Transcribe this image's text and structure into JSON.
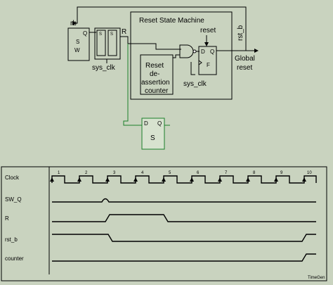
{
  "diagram": {
    "sync_ff": {
      "pin_d": "rb",
      "pin_q": "Q",
      "label_s": "S",
      "label_w": "W"
    },
    "shift_reg": {
      "cells": [
        "S",
        "S"
      ],
      "output_label": "R",
      "clock_label": "sys_clk"
    },
    "state_machine": {
      "title": "Reset State Machine",
      "reset_label": "reset",
      "counter_lines": [
        "Reset",
        "de-",
        "assertion",
        "counter"
      ],
      "clock_label": "sys_clk",
      "ff_pins": {
        "d": "D",
        "q": "Q",
        "f": "F"
      }
    },
    "outputs": {
      "rst_b": "rst_b",
      "global_reset": [
        "Global",
        "reset"
      ]
    },
    "green_ff": {
      "pin_d": "D",
      "pin_q": "Q",
      "label": "S"
    }
  },
  "timing": {
    "signals": [
      "Clock",
      "SW_Q",
      "R",
      "rst_b",
      "counter"
    ],
    "cycle_numbers": [
      "1",
      "2",
      "3",
      "4",
      "5",
      "6",
      "7",
      "8",
      "9",
      "10"
    ],
    "footer": "TimeGen"
  }
}
